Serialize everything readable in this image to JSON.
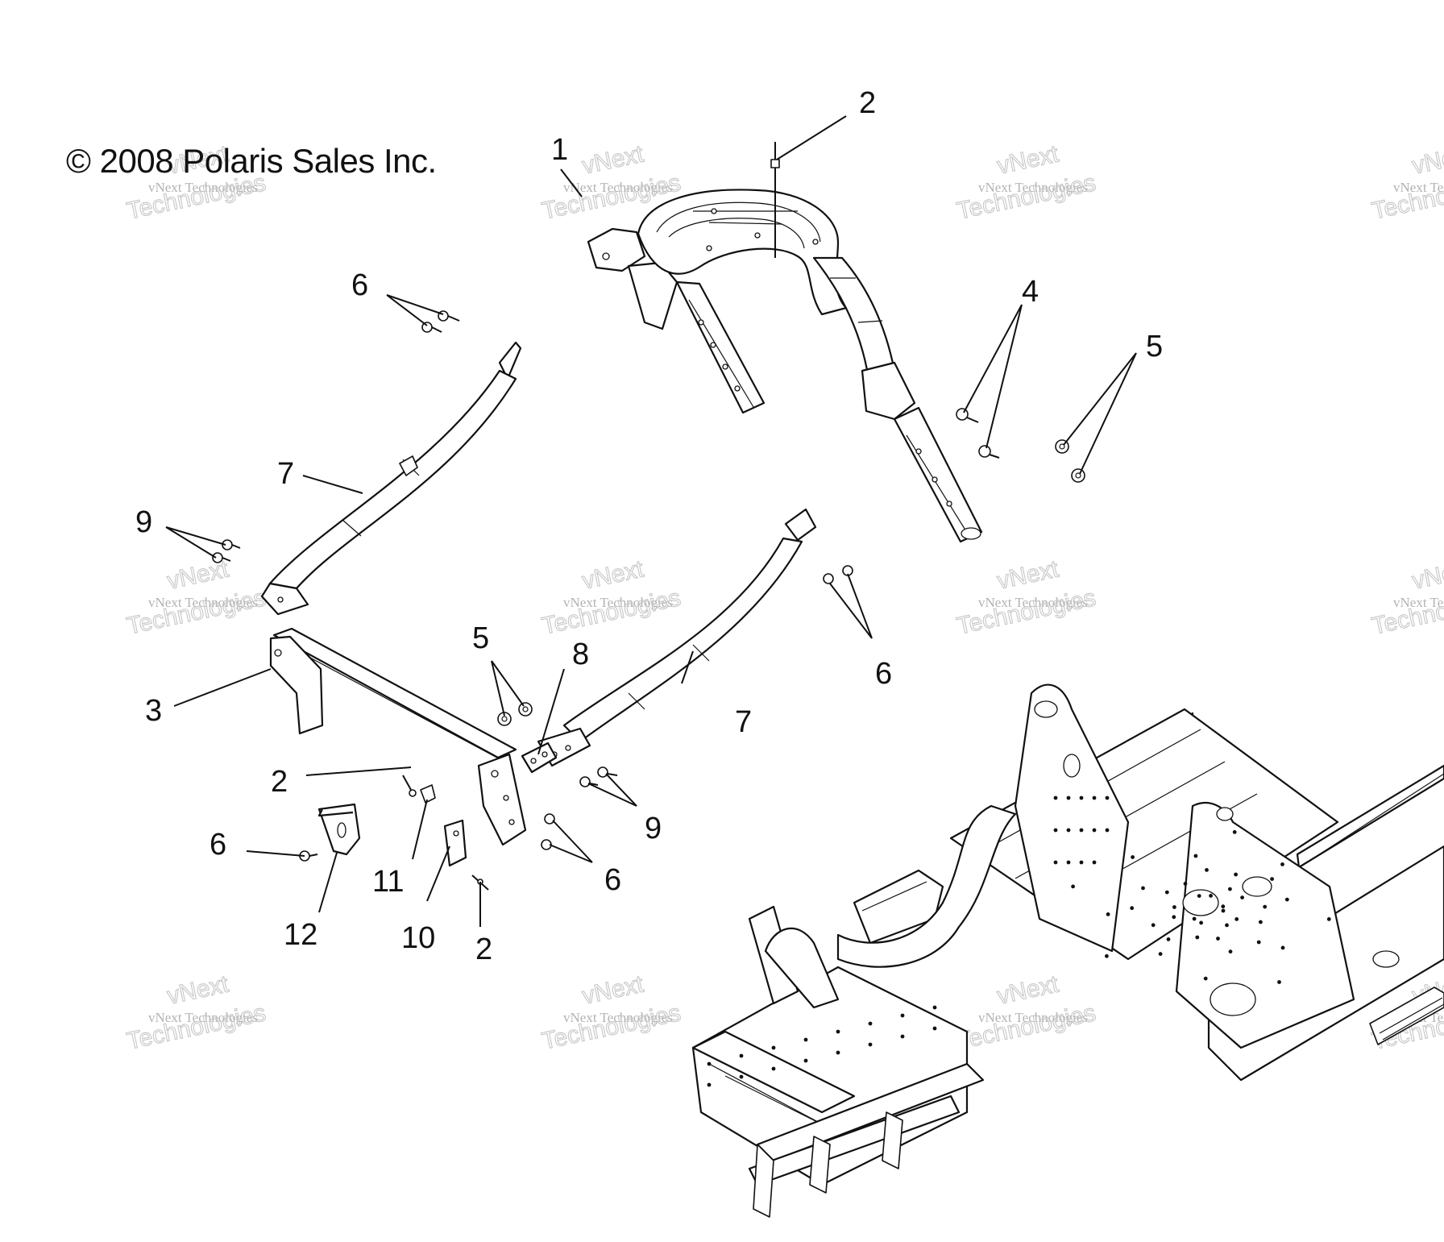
{
  "copyright": "© 2008 Polaris Sales Inc.",
  "watermark": {
    "small": "vNext Technologies",
    "large_top": "vNext",
    "large_bottom": "Technologies"
  },
  "callouts": [
    {
      "id": "c1",
      "label": "1"
    },
    {
      "id": "c2a",
      "label": "2"
    },
    {
      "id": "c2b",
      "label": "2"
    },
    {
      "id": "c2c",
      "label": "2"
    },
    {
      "id": "c3",
      "label": "3"
    },
    {
      "id": "c4",
      "label": "4"
    },
    {
      "id": "c5a",
      "label": "5"
    },
    {
      "id": "c5b",
      "label": "5"
    },
    {
      "id": "c6a",
      "label": "6"
    },
    {
      "id": "c6b",
      "label": "6"
    },
    {
      "id": "c6c",
      "label": "6"
    },
    {
      "id": "c6d",
      "label": "6"
    },
    {
      "id": "c7a",
      "label": "7"
    },
    {
      "id": "c7b",
      "label": "7"
    },
    {
      "id": "c8",
      "label": "8"
    },
    {
      "id": "c9a",
      "label": "9"
    },
    {
      "id": "c9b",
      "label": "9"
    },
    {
      "id": "c10",
      "label": "10"
    },
    {
      "id": "c11",
      "label": "11"
    },
    {
      "id": "c12",
      "label": "12"
    }
  ]
}
